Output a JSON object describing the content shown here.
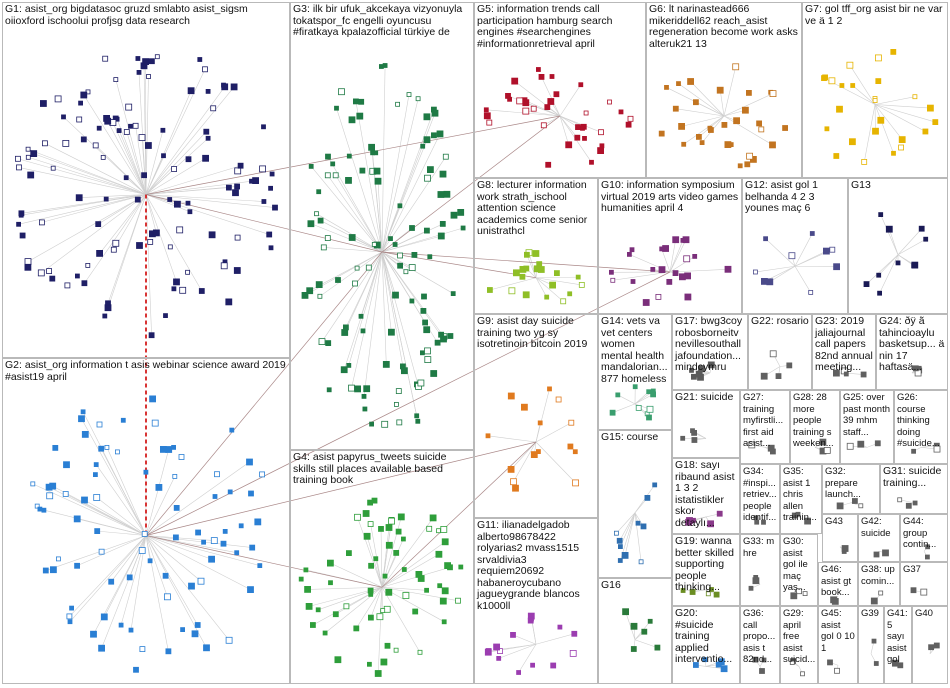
{
  "title": "",
  "colors": {
    "G1": "#1f1f66",
    "G2": "#2a7fd4",
    "G3": "#1f7a45",
    "G4": "#2e9e3a",
    "G5": "#b0102a",
    "G6": "#c27420",
    "G7": "#e6b400",
    "G8": "#8fbf26",
    "G9": "#e07a1f",
    "G10": "#7a2e7a",
    "G11": "#9b3db0",
    "G12": "#4a4a8a",
    "G13": "#1a1a55",
    "G14": "#3a9e6e",
    "G15": "#2f6fb0",
    "G16": "#2a7a3a",
    "G17": "#5a5a5a",
    "G18": "#8a3a8a",
    "G19": "#6b8e23",
    "G20": "#2f7fd0",
    "other": "#606060",
    "edge": "#cfcfcf",
    "edge_strong": "#d41e1e"
  },
  "groups": [
    {
      "id": "G1",
      "label": "G1: asist_org bigdatasoc gruzd smlabto asist_sigsm oiioxford ischoolui profjsg data research"
    },
    {
      "id": "G2",
      "label": "G2: asist_org information t asis webinar science award 2019 #asist19 april"
    },
    {
      "id": "G3",
      "label": "G3: ilk bir ufuk_akcekaya vizyonuyla tokatspor_fc engelli oyuncusu #firatkaya kpalazofficial türkiye de"
    },
    {
      "id": "G4",
      "label": "G4: asist papyrus_tweets suicide skills still places available based training book"
    },
    {
      "id": "G5",
      "label": "G5: information trends call participation hamburg search engines #searchengines #informationretrieval april"
    },
    {
      "id": "G6",
      "label": "G6: lt narinastead666 mikeriddell62 reach_asist regeneration become work asks alteruk21 13"
    },
    {
      "id": "G7",
      "label": "G7: gol tff_org asist bir ne var ve ä 1 2"
    },
    {
      "id": "G8",
      "label": "G8: lecturer information work strath_ischool attention science academics come senior unistrathcl"
    },
    {
      "id": "G9",
      "label": "G9: asist day suicide training two yg sy isotretinoin bitcoin 2019"
    },
    {
      "id": "G10",
      "label": "G10: information symposium virtual 2019 arts video games humanities april 4"
    },
    {
      "id": "G11",
      "label": "G11: ilianadelgadob alberto98678422 rolyarias2 mvass1515 srvaldivia3 requiem20692 habaneroycubano jagueygrande blancos k1000ll"
    },
    {
      "id": "G12",
      "label": "G12: asist gol 1 belhanda 4 2 3 younes maç 6"
    },
    {
      "id": "G13",
      "label": "G13"
    },
    {
      "id": "G14",
      "label": "G14: vets va vet centers women mental health mandalorian... 877 homeless"
    },
    {
      "id": "G15",
      "label": "G15: course"
    },
    {
      "id": "G16",
      "label": "G16"
    },
    {
      "id": "G17",
      "label": "G17: bwg3coy robosborneitv nevillesouthall jafoundation... mindcymru"
    },
    {
      "id": "G18",
      "label": "G18: sayı ribaund asist 1 3 2 istatistikler skor detaylı..."
    },
    {
      "id": "G19",
      "label": "G19: wanna better skilled supporting people thinking..."
    },
    {
      "id": "G20",
      "label": "G20: #suicide training applied interventio..."
    },
    {
      "id": "G21",
      "label": "G21: suicide"
    },
    {
      "id": "G22",
      "label": "G22: rosario"
    },
    {
      "id": "G23",
      "label": "G23: 2019 jaliajournal call papers 82nd annual meeting..."
    },
    {
      "id": "G24",
      "label": "G24: ðÿ ã tahincioaylu basketsup... ä nin 17 haftasä..."
    },
    {
      "id": "G25",
      "label": "G25: over past month 39 mhm staff..."
    },
    {
      "id": "G26",
      "label": "G26: course thinking doing #suicide..."
    },
    {
      "id": "G27",
      "label": "G27: training myfirstli... first aid asist..."
    },
    {
      "id": "G28",
      "label": "G28: 28 more people training s weeken..."
    },
    {
      "id": "G29",
      "label": "G29: april free asist suicid..."
    },
    {
      "id": "G30",
      "label": "G30: asist gol ile maç yaş..."
    },
    {
      "id": "G31",
      "label": "G31: suicide training..."
    },
    {
      "id": "G32",
      "label": "G32: prepare launch..."
    },
    {
      "id": "G33",
      "label": "G33: m hre"
    },
    {
      "id": "G34",
      "label": "G34: #inspi... retriev... people identif..."
    },
    {
      "id": "G35",
      "label": "G35: asist 1 chris allen trainin..."
    },
    {
      "id": "G36",
      "label": "G36: call propo... asis t 82nd..."
    },
    {
      "id": "G37",
      "label": "G37"
    },
    {
      "id": "G38",
      "label": "G38: up comin..."
    },
    {
      "id": "G39",
      "label": "G39"
    },
    {
      "id": "G40",
      "label": "G40"
    },
    {
      "id": "G41",
      "label": "G41: 5 sayı asist gol"
    },
    {
      "id": "G42",
      "label": "G42: suicide"
    },
    {
      "id": "G43",
      "label": "G43"
    },
    {
      "id": "G44",
      "label": "G44: group contin..."
    },
    {
      "id": "G45",
      "label": "G45: asist gol 0 10 1"
    },
    {
      "id": "G46",
      "label": "G46: asist gt book..."
    }
  ]
}
